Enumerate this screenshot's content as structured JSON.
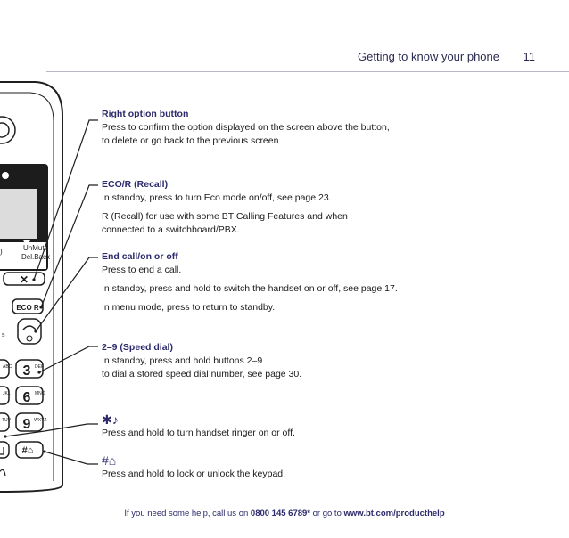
{
  "header": {
    "title": "Getting to know your phone",
    "page_number": "11"
  },
  "phone": {
    "softkey_right_lines": [
      "UnMute",
      "Del.Back"
    ],
    "eco_key": "ECO R",
    "key3": {
      "digit": "3",
      "letters": "DEF"
    },
    "key6": {
      "digit": "6",
      "letters": "MNO"
    },
    "key9": {
      "digit": "9",
      "letters": "WXYZ"
    },
    "key8_letters": "TUV",
    "key5_letters": "JKL",
    "key2_letters": "ABC"
  },
  "sections": {
    "right_option": {
      "heading": "Right option button",
      "lines": [
        "Press to confirm the option displayed on the screen above the button,",
        "to delete or go back to the previous screen."
      ]
    },
    "eco": {
      "heading": "ECO/R (Recall)",
      "line1": "In standby, press to turn Eco mode on/off, see page 23.",
      "line2a": "R (Recall) for use with some BT Calling Features and when",
      "line2b": "connected to a switchboard/PBX."
    },
    "end_call": {
      "heading": "End call/on or off",
      "line1": "Press to end a call.",
      "line2": "In standby, press and hold to switch the handset on or off, see page 17.",
      "line3": "In menu mode, press to return to standby."
    },
    "speed_dial": {
      "heading": "2–9 (Speed dial)",
      "lines": [
        "In standby, press and hold buttons 2–9",
        "to dial a stored speed dial number, see page 30."
      ]
    },
    "star": {
      "symbol": "✱♪",
      "text": "Press and hold to turn handset ringer on or off."
    },
    "hash": {
      "symbol": "#⌂",
      "text": "Press and hold to lock or unlock the keypad."
    }
  },
  "footer": {
    "prefix": "If you need some help, call us on ",
    "phone": "0800 145 6789*",
    "middle": " or go to ",
    "url": "www.bt.com/producthelp"
  }
}
